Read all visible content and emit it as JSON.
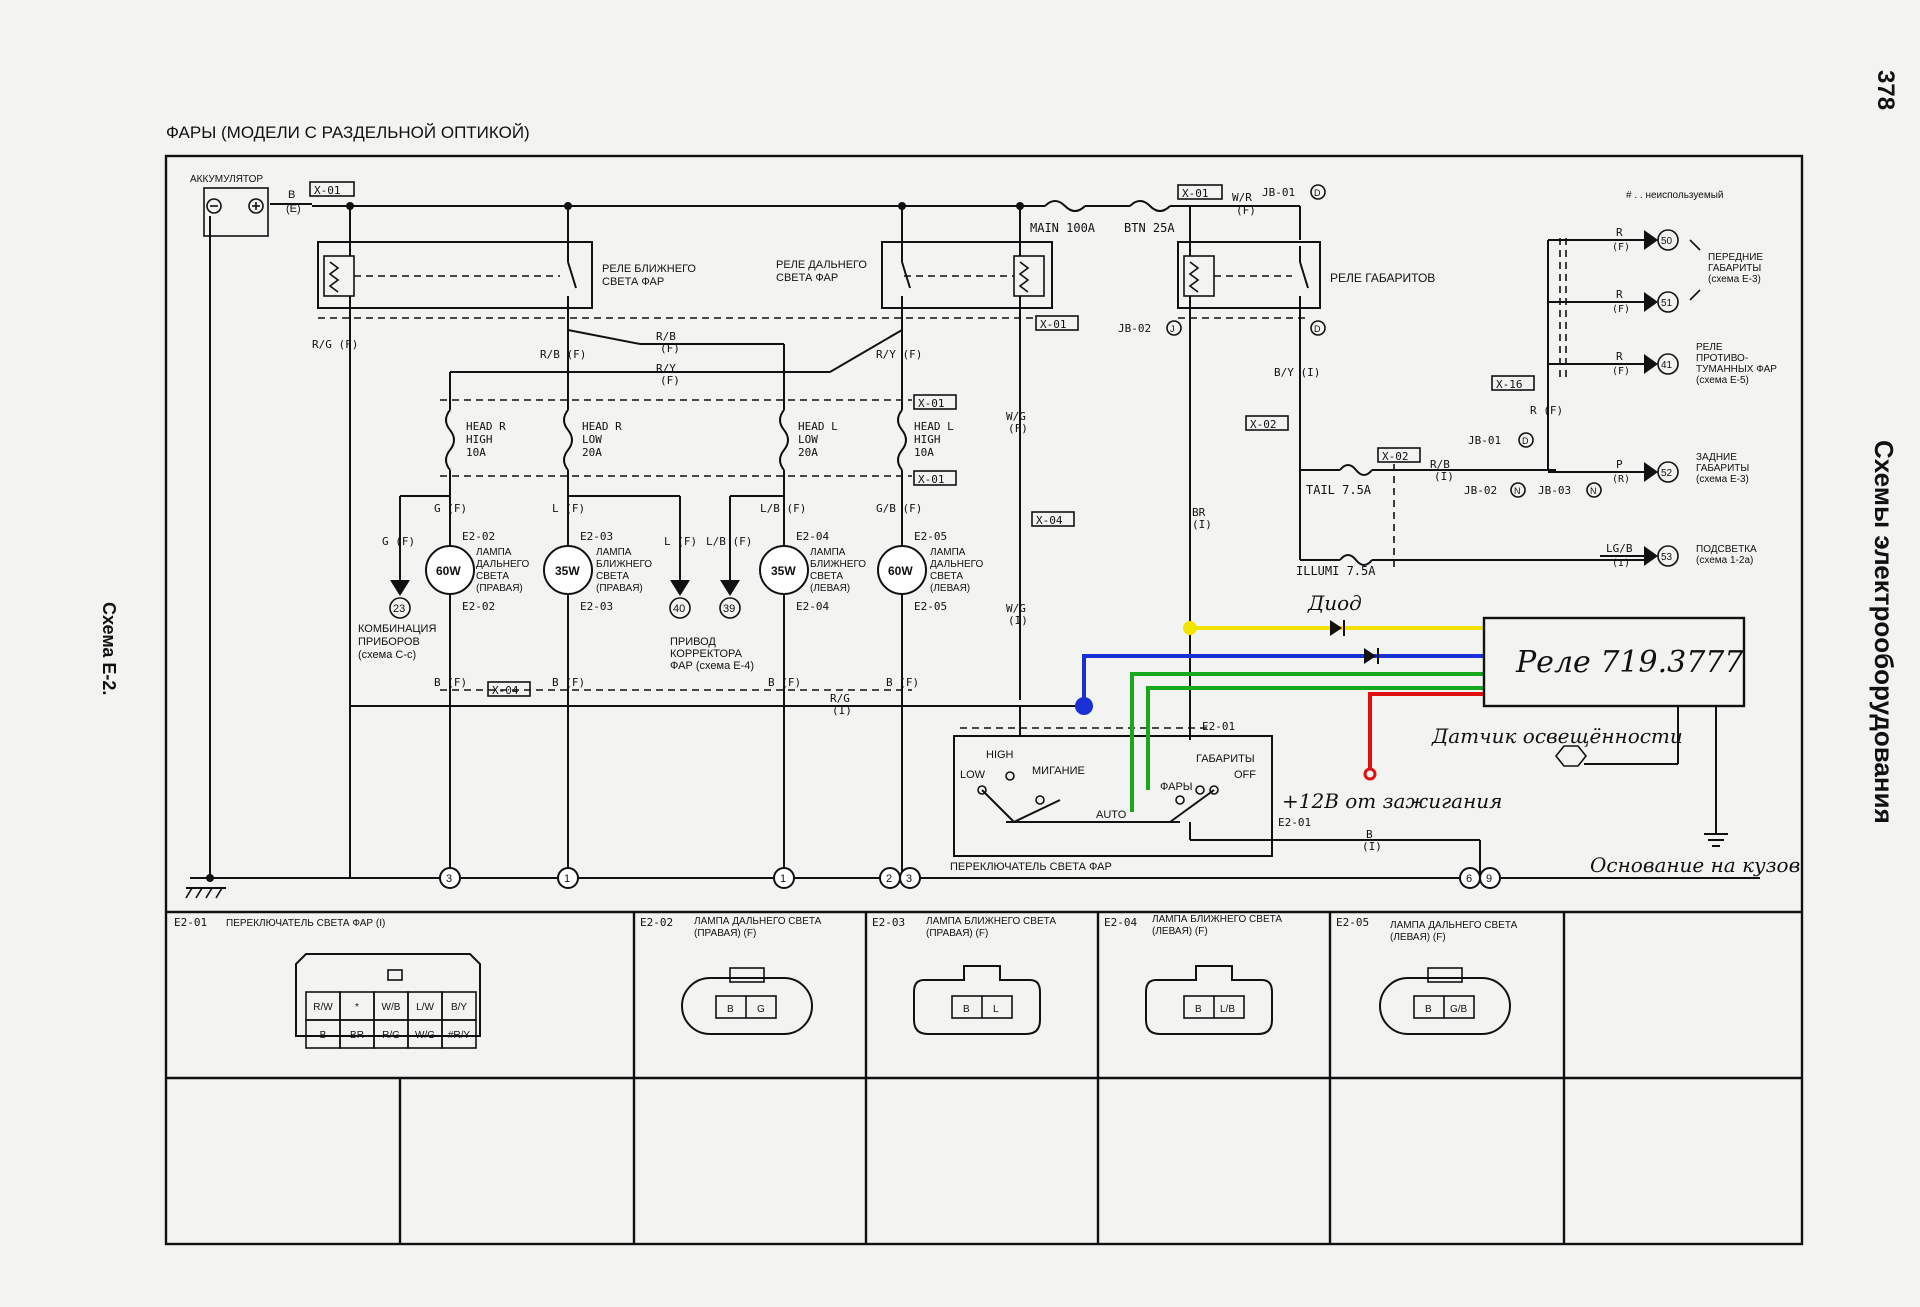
{
  "page": {
    "page_number": "378",
    "section_title": "Схемы электрооборудования",
    "scheme_label": "Схема Е-2.",
    "diagram_title": "ФАРЫ (МОДЕЛИ С РАЗДЕЛЬНОЙ ОПТИКОЙ)"
  },
  "components": {
    "battery": "АККУМУЛЯТОР",
    "relay_low": [
      "РЕЛЕ БЛИЖНЕГО",
      "СВЕТА ФАР"
    ],
    "relay_high": [
      "РЕЛЕ ДАЛЬНЕГО",
      "СВЕТА ФАР"
    ],
    "relay_parking": "РЕЛЕ ГАБАРИТОВ",
    "unused_note": "# . . неиспользуемый",
    "fuse_main": "MAIN 100A",
    "fuse_btn": "BTN 25A",
    "fuse_head_r_high": [
      "HEAD R",
      "HIGH",
      "10A"
    ],
    "fuse_head_r_low": [
      "HEAD R",
      "LOW",
      "20A"
    ],
    "fuse_head_l_low": [
      "HEAD L",
      "LOW",
      "20A"
    ],
    "fuse_head_l_high": [
      "HEAD L",
      "HIGH",
      "10A"
    ],
    "fuse_tail": "TAIL 7.5A",
    "fuse_illumi": "ILLUMI 7.5A",
    "lamp_r_high": [
      "ЛАМПА",
      "ДАЛЬНЕГО",
      "СВЕТА",
      "(ПРАВАЯ)"
    ],
    "lamp_r_low": [
      "ЛАМПА",
      "БЛИЖНЕГО",
      "СВЕТА",
      "(ПРАВАЯ)"
    ],
    "lamp_l_low": [
      "ЛАМПА",
      "БЛИЖНЕГО",
      "СВЕТА",
      "(ЛЕВАЯ)"
    ],
    "lamp_l_high": [
      "ЛАМПА",
      "ДАЛЬНЕГО",
      "СВЕТА",
      "(ЛЕВАЯ)"
    ],
    "watt_60": "60W",
    "watt_35": "35W",
    "combo": [
      "КОМБИНАЦИЯ",
      "ПРИБОРОВ",
      "(схема С-с)"
    ],
    "corrector": [
      "ПРИВОД",
      "КОРРЕКТОРА",
      "ФАР (схема Е-4)"
    ],
    "switch_title": "ПЕРЕКЛЮЧАТЕЛЬ СВЕТА ФАР",
    "switch_labels": {
      "high": "HIGH",
      "low": "LOW",
      "flash": "МИГАНИЕ",
      "auto": "AUTO",
      "parking": "ГАБАРИТЫ",
      "off": "OFF",
      "heads": "ФАРЫ"
    },
    "outputs": [
      {
        "wire": "R",
        "wire_sub": "(F)",
        "num": "50",
        "label": [
          "ПЕРЕДНИЕ",
          "ГАБАРИТЫ",
          "(схема Е-3)"
        ]
      },
      {
        "wire": "R",
        "wire_sub": "(F)",
        "num": "51",
        "label": []
      },
      {
        "wire": "R",
        "wire_sub": "(F)",
        "num": "41",
        "label": [
          "РЕЛЕ",
          "ПРОТИВО-",
          "ТУМАННЫХ ФАР",
          "(схема Е-5)"
        ]
      },
      {
        "wire": "P",
        "wire_sub": "(R)",
        "num": "52",
        "label": [
          "ЗАДНИЕ",
          "ГАБАРИТЫ",
          "(схема Е-3)"
        ]
      },
      {
        "wire": "LG/B",
        "wire_sub": "(I)",
        "num": "53",
        "label": [
          "ПОДСВЕТКА",
          "(схема 1-2а)"
        ]
      }
    ]
  },
  "connectors": {
    "x01": "X-01",
    "x02": "X-02",
    "x04": "X-04",
    "x16": "X-16",
    "jb01": "JB-01",
    "jb02": "JB-02",
    "jb03": "JB-03",
    "e2_01": "E2-01",
    "e2_02": "E2-02",
    "e2_03": "E2-03",
    "e2_04": "E2-04",
    "e2_05": "E2-05",
    "pin_23": "23",
    "pin_40": "40",
    "pin_39": "39"
  },
  "wires": {
    "b_e": [
      "B",
      "(E)"
    ],
    "w_r_f": [
      "W/R",
      "(F)"
    ],
    "r_g_f": "R/G (F)",
    "r_b_f": "R/B (F)",
    "r_b_f2": [
      "R/B",
      "(F)"
    ],
    "r_y_f2": [
      "R/Y",
      "(F)"
    ],
    "r_y_f": "R/Y (F)",
    "w_g_f": [
      "W/G",
      "(F)"
    ],
    "w_g_i": [
      "W/G",
      "(I)"
    ],
    "b_y_i": "B/Y (I)",
    "r_f": "R (F)",
    "r_b_i": [
      "R/B",
      "(I)"
    ],
    "br_i": [
      "BR",
      "(I)"
    ],
    "g_f": "G (F)",
    "g_f2": "G (F)",
    "l_f": "L (F)",
    "l_f2": "L (F)",
    "lb_f": "L/B (F)",
    "lb_f2": "L/B (F)",
    "gb_f": "G/B (F)",
    "b_f": "B (F)",
    "r_g_i": [
      "R/G",
      "(I)"
    ],
    "b_i": [
      "B",
      "(I)"
    ]
  },
  "ground_nums": [
    "3",
    "1",
    "1",
    "2",
    "3",
    "6",
    "9"
  ],
  "added": {
    "relay": "Реле 719.3777",
    "diode": "Диод",
    "sensor": "Датчик освещённости",
    "ignition": "+12В от зажигания",
    "ground": "Основание на кузов",
    "colors": {
      "yellow": "#f3e400",
      "blue": "#1b2fd6",
      "green": "#17a81d",
      "red": "#e01010"
    }
  },
  "table": {
    "cells": [
      {
        "code": "E2-01",
        "title": [
          "ПЕРЕКЛЮЧАТЕЛЬ СВЕТА ФАР (I)"
        ]
      },
      {
        "code": "E2-02",
        "title": [
          "ЛАМПА ДАЛЬНЕГО СВЕТА",
          "(ПРАВАЯ) (F)"
        ]
      },
      {
        "code": "E2-03",
        "title": [
          "ЛАМПА БЛИЖНЕГО СВЕТА",
          "(ПРАВАЯ) (F)"
        ]
      },
      {
        "code": "E2-04",
        "title": [
          "ЛАМПА БЛИЖНЕГО СВЕТА",
          "(ЛЕВАЯ) (F)"
        ]
      },
      {
        "code": "E2-05",
        "title": [
          "ЛАМПА ДАЛЬНЕГО СВЕТА",
          "(ЛЕВАЯ) (F)"
        ]
      }
    ],
    "switch_pins_top": [
      "R/W",
      "*",
      "W/B",
      "L/W",
      "B/Y"
    ],
    "switch_pins_bottom": [
      "B",
      "BR",
      "R/G",
      "W/G",
      "#R/Y"
    ],
    "pins_e2_02": [
      "B",
      "G"
    ],
    "pins_e2_03": [
      "B",
      "L"
    ],
    "pins_e2_04": [
      "B",
      "L/B"
    ],
    "pins_e2_05": [
      "B",
      "G/B"
    ]
  }
}
